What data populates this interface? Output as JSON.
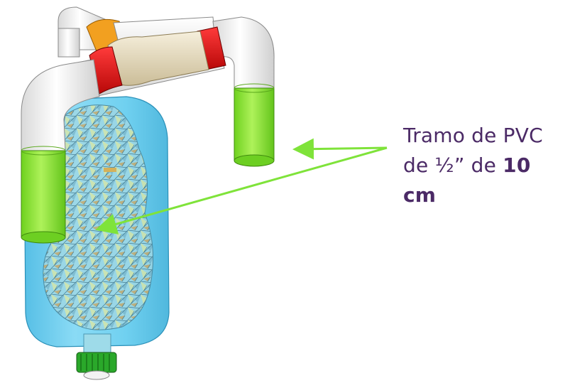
{
  "callout": {
    "line1": "Tramo de PVC",
    "line2_prefix": "de ½” de ",
    "line2_bold": "10 cm"
  },
  "colors": {
    "pvc_white": "#f4f4f4",
    "pvc_green": "#8ee63a",
    "pvc_red": "#e81212",
    "coupler_beige": "#e6dcc2",
    "fitting_orange": "#f2a020",
    "bottle_blue": "#4cc6ee",
    "text_purple": "#4b2a66",
    "arrow_green": "#7fe33a"
  }
}
